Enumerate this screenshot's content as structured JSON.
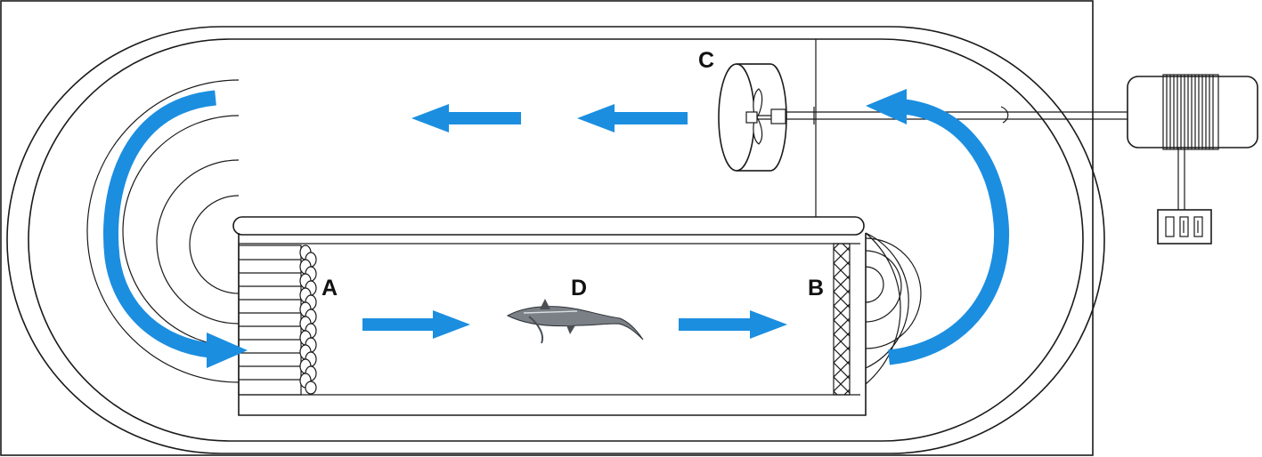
{
  "labels": {
    "honeycomb": "A",
    "screen": "B",
    "propeller": "C",
    "test_section": "D"
  },
  "colors": {
    "flow_arrows": "#1b8ee0",
    "lines": "#1a1a1a",
    "background": "#ffffff"
  },
  "icons": {
    "fish": "sturgeon-icon",
    "motor": "motor-icon",
    "controller": "controller-icon"
  }
}
